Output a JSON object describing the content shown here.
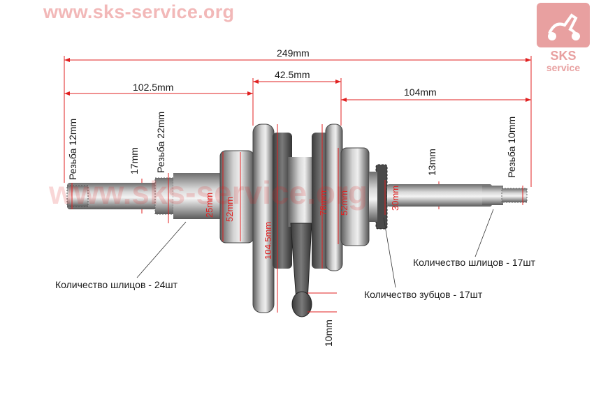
{
  "watermark": {
    "url": "www.sks-service.org",
    "logo_top": "SKS",
    "logo_bottom": "service"
  },
  "dimensions": {
    "total_length": "249mm",
    "left_shaft": "102.5mm",
    "center_width": "42.5mm",
    "right_shaft": "104mm",
    "thread_left": "Резьба 12mm",
    "thread_22": "Резьба 22mm",
    "thread_right": "Резьба 10mm",
    "dia_17": "17mm",
    "dia_13": "13mm",
    "rod_end": "10mm",
    "bearing_left": "25mm",
    "bearing_52_left": "52mm",
    "web_dia": "104.5mm",
    "crank_78": "78mm",
    "bearing_52_right": "52mm",
    "bearing_right_small": "30mm"
  },
  "callouts": {
    "splines_left": "Количество шлицов - 24шт",
    "splines_right": "Количество шлицов - 17шт",
    "teeth": "Количество зубцов - 17шт"
  },
  "colors": {
    "watermark": "#f2b8b8",
    "dimension_red": "#e02020",
    "logo": "#d94545"
  }
}
